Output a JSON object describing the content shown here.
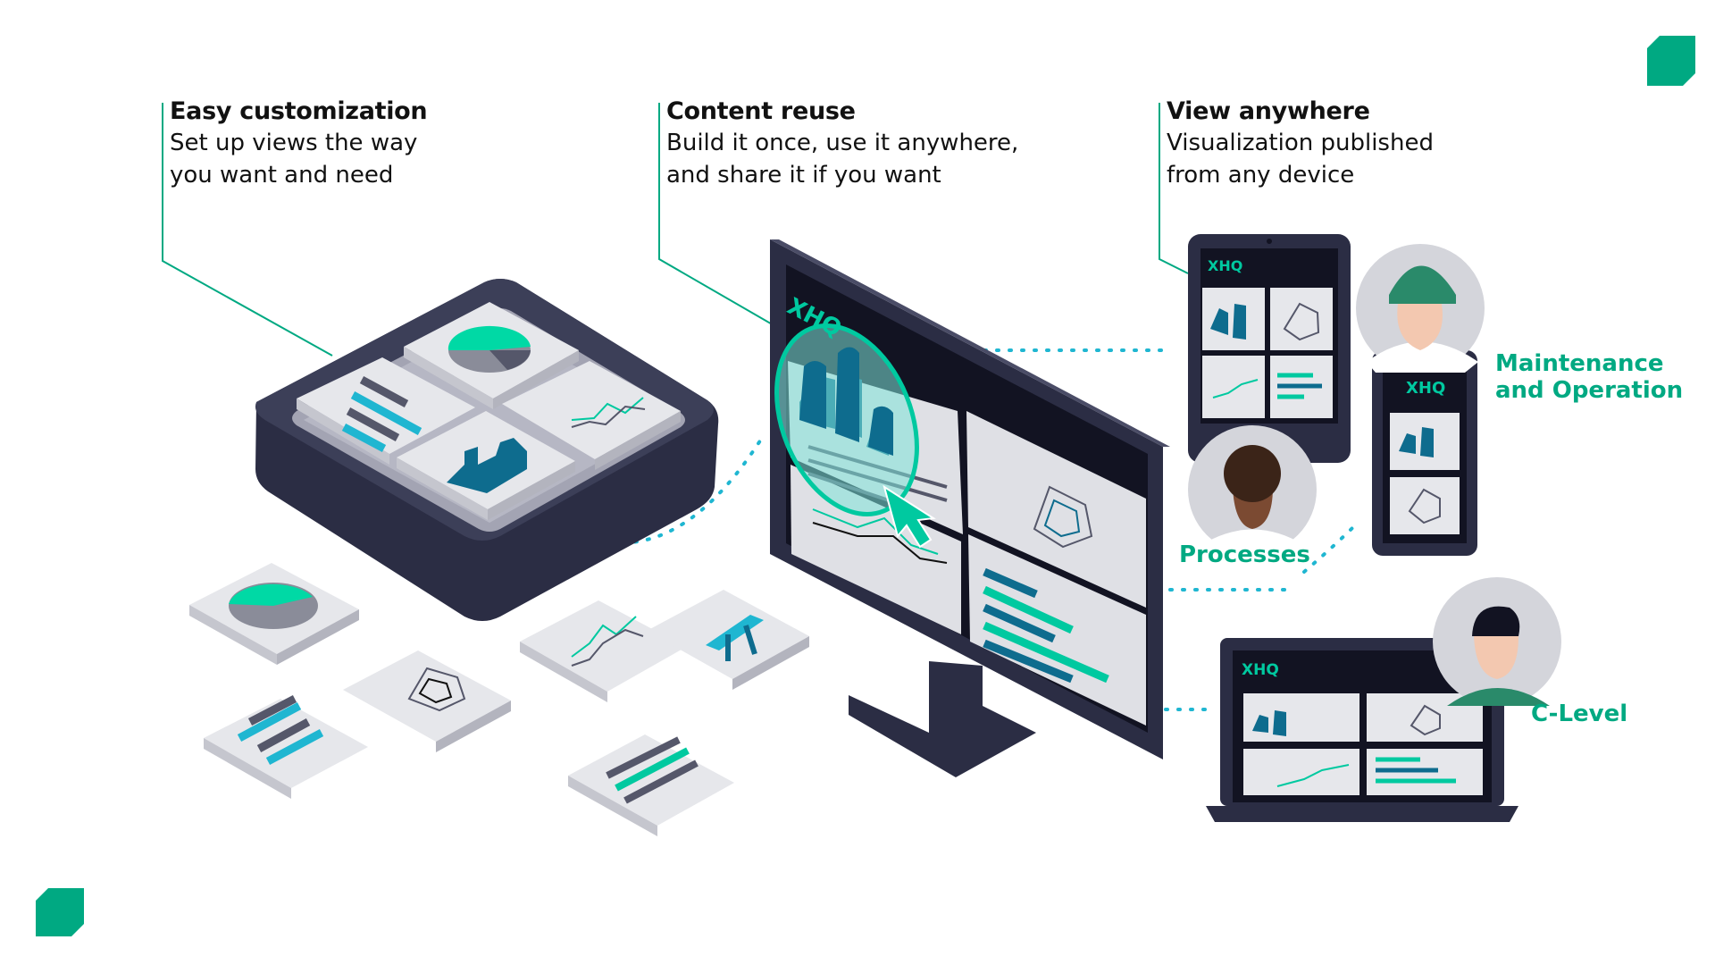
{
  "callouts": [
    {
      "title": "Easy customization",
      "line1": "Set up views the way",
      "line2": "you want and need"
    },
    {
      "title": "Content reuse",
      "line1": "Build it once, use it anywhere,",
      "line2": "and share it if you want"
    },
    {
      "title": "View anywhere",
      "line1": "Visualization published",
      "line2": "from any device"
    }
  ],
  "brand_label": "XHQ",
  "roles": {
    "maintenance_line1": "Maintenance",
    "maintenance_line2": "and Operation",
    "processes": "Processes",
    "clevel": "C-Level"
  },
  "icons": [
    "pie-chart-icon",
    "bar-chart-icon",
    "line-chart-icon",
    "radar-chart-icon",
    "plant-icon",
    "pump-jack-icon",
    "cursor-icon",
    "person-avatar-icon"
  ],
  "colors": {
    "teal": "#00c9a0",
    "role_green": "#00a982",
    "navy": "#2b2d44",
    "cyan": "#1fb6d1",
    "steel_blue": "#0e6c8e",
    "corner_green": "#00a982"
  }
}
